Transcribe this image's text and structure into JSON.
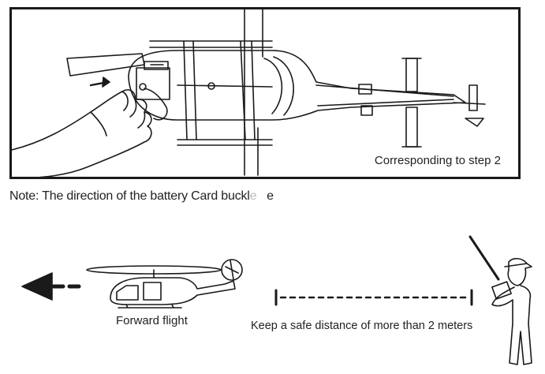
{
  "illustration": {
    "caption": "Corresponding to step 2"
  },
  "note": {
    "text": "Note:  The direction of the battery Card buckl",
    "faded_text": "e",
    "tail_text": "e"
  },
  "flight_diagram": {
    "forward_caption": "Forward flight",
    "distance_caption": "Keep a safe distance of more than 2 meters"
  },
  "colors": {
    "line": "#1a1a1a",
    "background": "#ffffff"
  }
}
